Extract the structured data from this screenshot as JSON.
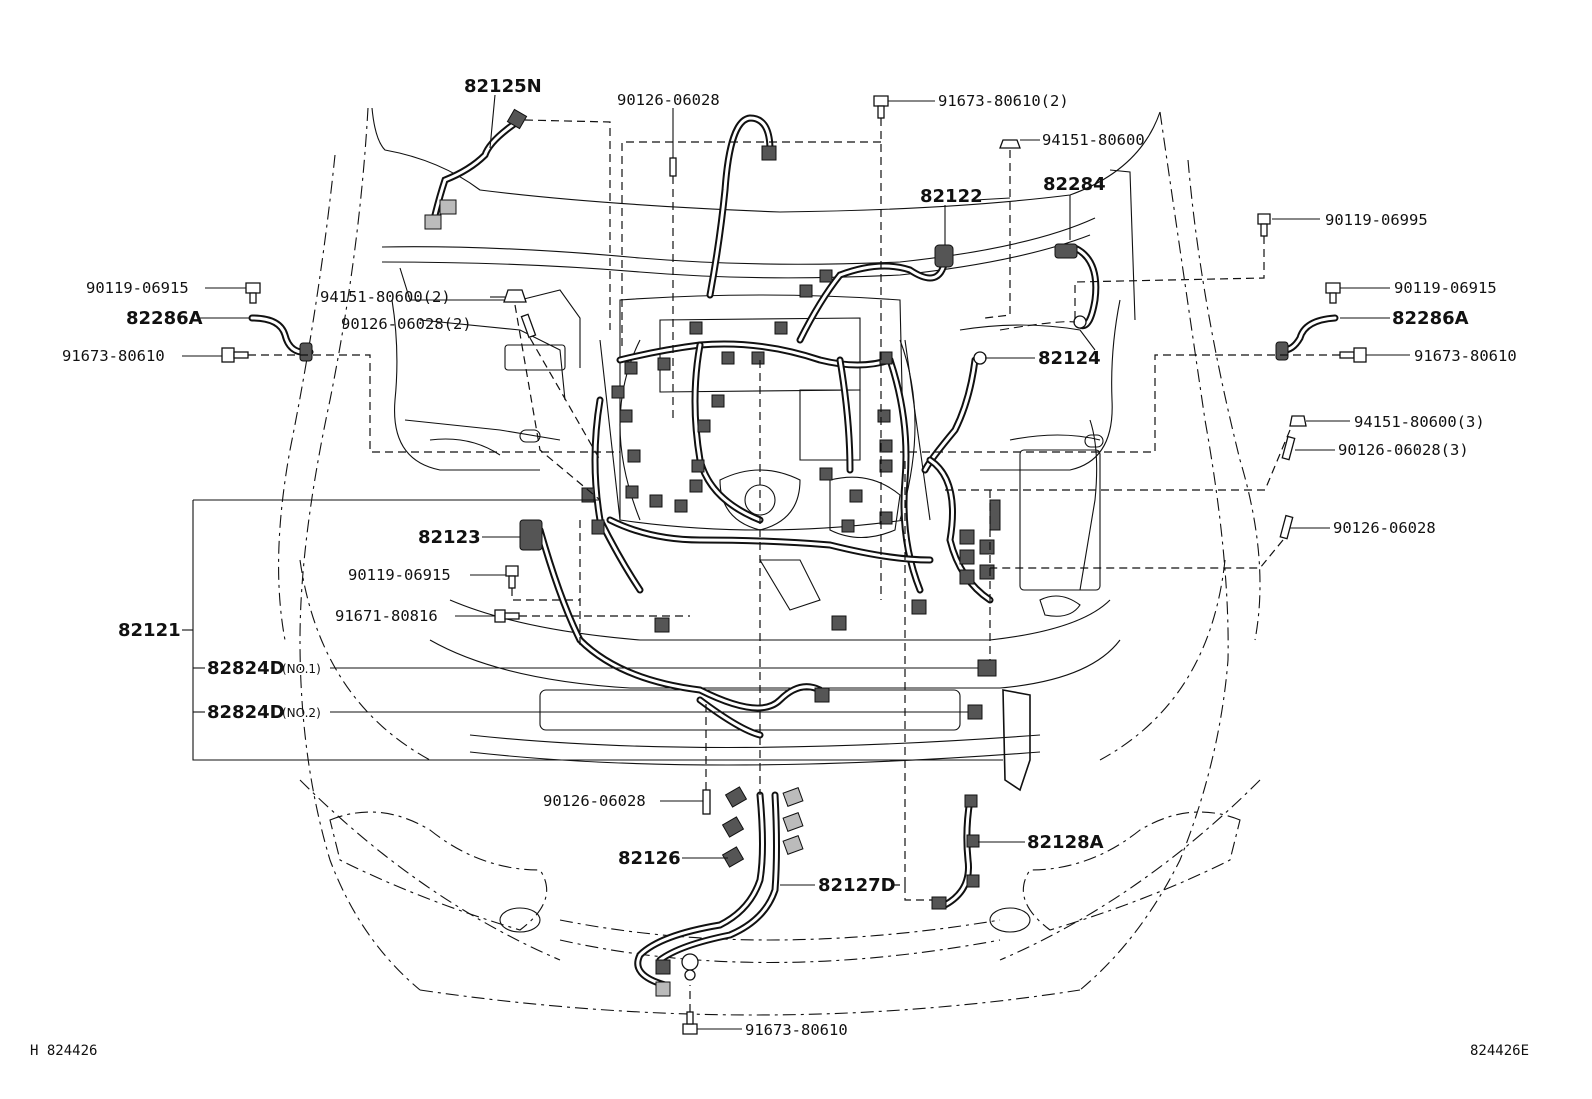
{
  "labels": {
    "p82125N": "82125N",
    "p90126_top": "90126-06028",
    "p91673_top": "91673-80610(2)",
    "p94151_top": "94151-80600",
    "p82122": "82122",
    "p82284": "82284",
    "p90119_6995": "90119-06995",
    "p90119_L": "90119-06915",
    "p82286A_L": "82286A",
    "p91673_L": "91673-80610",
    "p94151_2": "94151-80600(2)",
    "p90126_2": "90126-06028(2)",
    "p90119_R": "90119-06915",
    "p82286A_R": "82286A",
    "p91673_R": "91673-80610",
    "p82124": "82124",
    "p94151_3": "94151-80600(3)",
    "p90126_3": "90126-06028(3)",
    "p90126_R": "90126-06028",
    "p82123": "82123",
    "p90119_mid": "90119-06915",
    "p91671": "91671-80816",
    "p82121": "82121",
    "p82824D_1": "82824D",
    "p82824D_1s": "(NO.1)",
    "p82824D_2": "82824D",
    "p82824D_2s": "(NO.2)",
    "p90126_bot": "90126-06028",
    "p82126": "82126",
    "p82128A": "82128A",
    "p82127D": "82127D",
    "p91673_bot": "91673-80610"
  },
  "footer": {
    "left_code": "H 824426",
    "right_code": "824426E"
  }
}
